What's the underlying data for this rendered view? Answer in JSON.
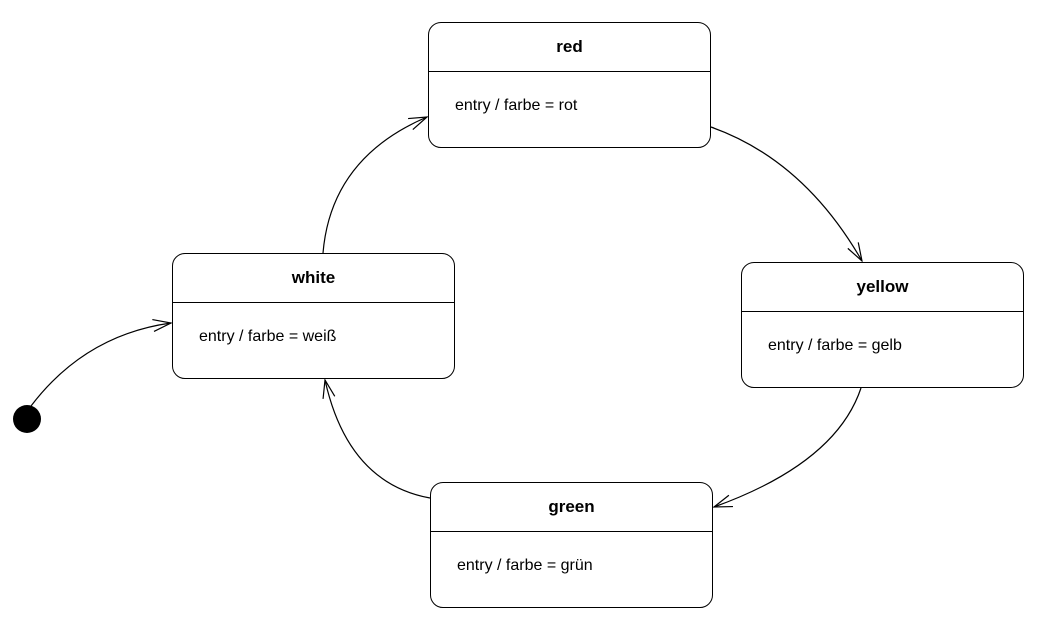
{
  "diagram": {
    "type": "uml-state-machine",
    "background_color": "#ffffff",
    "stroke_color": "#000000",
    "initial_dot_color": "#000000"
  },
  "states": [
    {
      "name": "red",
      "entry_action": "entry / farbe = rot"
    },
    {
      "name": "white",
      "entry_action": "entry / farbe = weiß"
    },
    {
      "name": "yellow",
      "entry_action": "entry / farbe = gelb"
    },
    {
      "name": "green",
      "entry_action": "entry / farbe = grün"
    }
  ],
  "initial_state": {
    "target": "white"
  },
  "transitions": [
    {
      "from": "initial",
      "to": "white"
    },
    {
      "from": "white",
      "to": "red"
    },
    {
      "from": "red",
      "to": "yellow"
    },
    {
      "from": "yellow",
      "to": "green"
    },
    {
      "from": "green",
      "to": "white"
    }
  ]
}
